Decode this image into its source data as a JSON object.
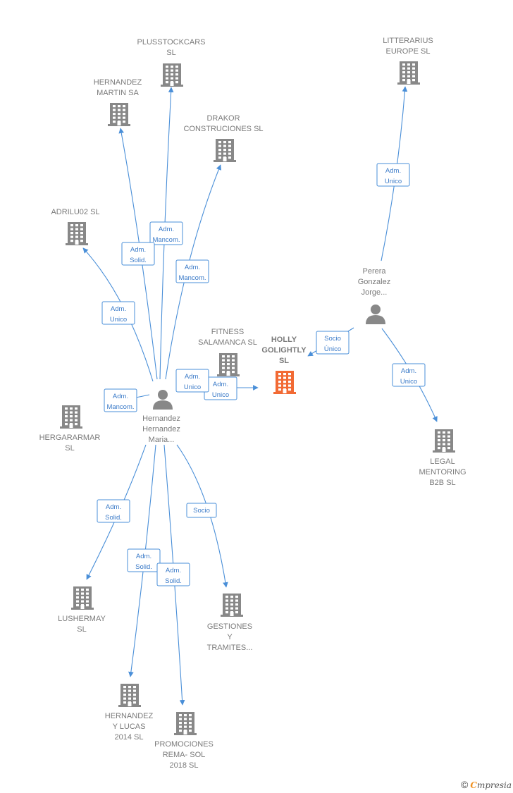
{
  "colors": {
    "building": "#888888",
    "focus_building": "#f26a34",
    "person": "#888888",
    "edge": "#4a8fd8",
    "label": "#7a7a7a"
  },
  "nodes": [
    {
      "id": "plusstockcars",
      "type": "company",
      "lines": [
        "PLUSSTOCKCARS",
        "SL"
      ]
    },
    {
      "id": "hernandez_martin",
      "type": "company",
      "lines": [
        "HERNANDEZ",
        "MARTIN SA"
      ]
    },
    {
      "id": "drakor",
      "type": "company",
      "lines": [
        "DRAKOR",
        "CONSTRUCIONES SL"
      ]
    },
    {
      "id": "adrilu02",
      "type": "company",
      "lines": [
        "ADRILU02  SL"
      ]
    },
    {
      "id": "litterarius",
      "type": "company",
      "lines": [
        "LITTERARIUS",
        "EUROPE SL"
      ]
    },
    {
      "id": "perera",
      "type": "person",
      "lines": [
        "Perera",
        "Gonzalez",
        "Jorge..."
      ]
    },
    {
      "id": "fitness",
      "type": "company",
      "lines": [
        "FITNESS",
        "SALAMANCA SL"
      ]
    },
    {
      "id": "holly",
      "type": "company",
      "focus": true,
      "lines": [
        "HOLLY",
        "GOLIGHTLY",
        "SL"
      ]
    },
    {
      "id": "hernandez_maria",
      "type": "person",
      "lines": [
        "Hernandez",
        "Hernandez",
        "Maria..."
      ]
    },
    {
      "id": "hergararmar",
      "type": "company",
      "lines": [
        "HERGARARMAR",
        "SL"
      ]
    },
    {
      "id": "legal",
      "type": "company",
      "lines": [
        "LEGAL",
        "MENTORING",
        "B2B  SL"
      ]
    },
    {
      "id": "lushermay",
      "type": "company",
      "lines": [
        "LUSHERMAY",
        "SL"
      ]
    },
    {
      "id": "gestiones",
      "type": "company",
      "lines": [
        "GESTIONES",
        "Y",
        "TRAMITES..."
      ]
    },
    {
      "id": "hernandez_lucas",
      "type": "company",
      "lines": [
        "HERNANDEZ",
        "Y LUCAS",
        "2014  SL"
      ]
    },
    {
      "id": "promociones",
      "type": "company",
      "lines": [
        "PROMOCIONES",
        "REMA- SOL",
        "2018  SL"
      ]
    }
  ],
  "edges": [
    {
      "from": "hernandez_maria",
      "to": "plusstockcars",
      "role": [
        "Adm.",
        "Mancom."
      ]
    },
    {
      "from": "hernandez_maria",
      "to": "hernandez_martin",
      "role": [
        "Adm.",
        "Solid."
      ]
    },
    {
      "from": "hernandez_maria",
      "to": "drakor",
      "role": [
        "Adm.",
        "Mancom."
      ]
    },
    {
      "from": "hernandez_maria",
      "to": "adrilu02",
      "role": [
        "Adm.",
        "Unico"
      ]
    },
    {
      "from": "hernandez_maria",
      "to": "holly",
      "role": [
        "Adm.",
        "Unico"
      ]
    },
    {
      "from": "hernandez_maria",
      "to": "fitness",
      "role": [
        "Adm.",
        "Unico"
      ]
    },
    {
      "from": "hernandez_maria",
      "to": "hergararmar",
      "role": [
        "Adm.",
        "Mancom."
      ]
    },
    {
      "from": "hernandez_maria",
      "to": "lushermay",
      "role": [
        "Adm.",
        "Solid."
      ]
    },
    {
      "from": "hernandez_maria",
      "to": "hernandez_lucas",
      "role": [
        "Adm.",
        "Solid."
      ]
    },
    {
      "from": "hernandez_maria",
      "to": "promociones",
      "role": [
        "Adm.",
        "Solid."
      ]
    },
    {
      "from": "hernandez_maria",
      "to": "gestiones",
      "role": [
        "Socio"
      ]
    },
    {
      "from": "perera",
      "to": "litterarius",
      "role": [
        "Adm.",
        "Unico"
      ]
    },
    {
      "from": "perera",
      "to": "holly",
      "role": [
        "Socio",
        "Único"
      ]
    },
    {
      "from": "perera",
      "to": "legal",
      "role": [
        "Adm.",
        "Unico"
      ]
    }
  ],
  "footer": {
    "copyright": "©",
    "brand_initial": "C",
    "brand_rest": "mpresia"
  }
}
